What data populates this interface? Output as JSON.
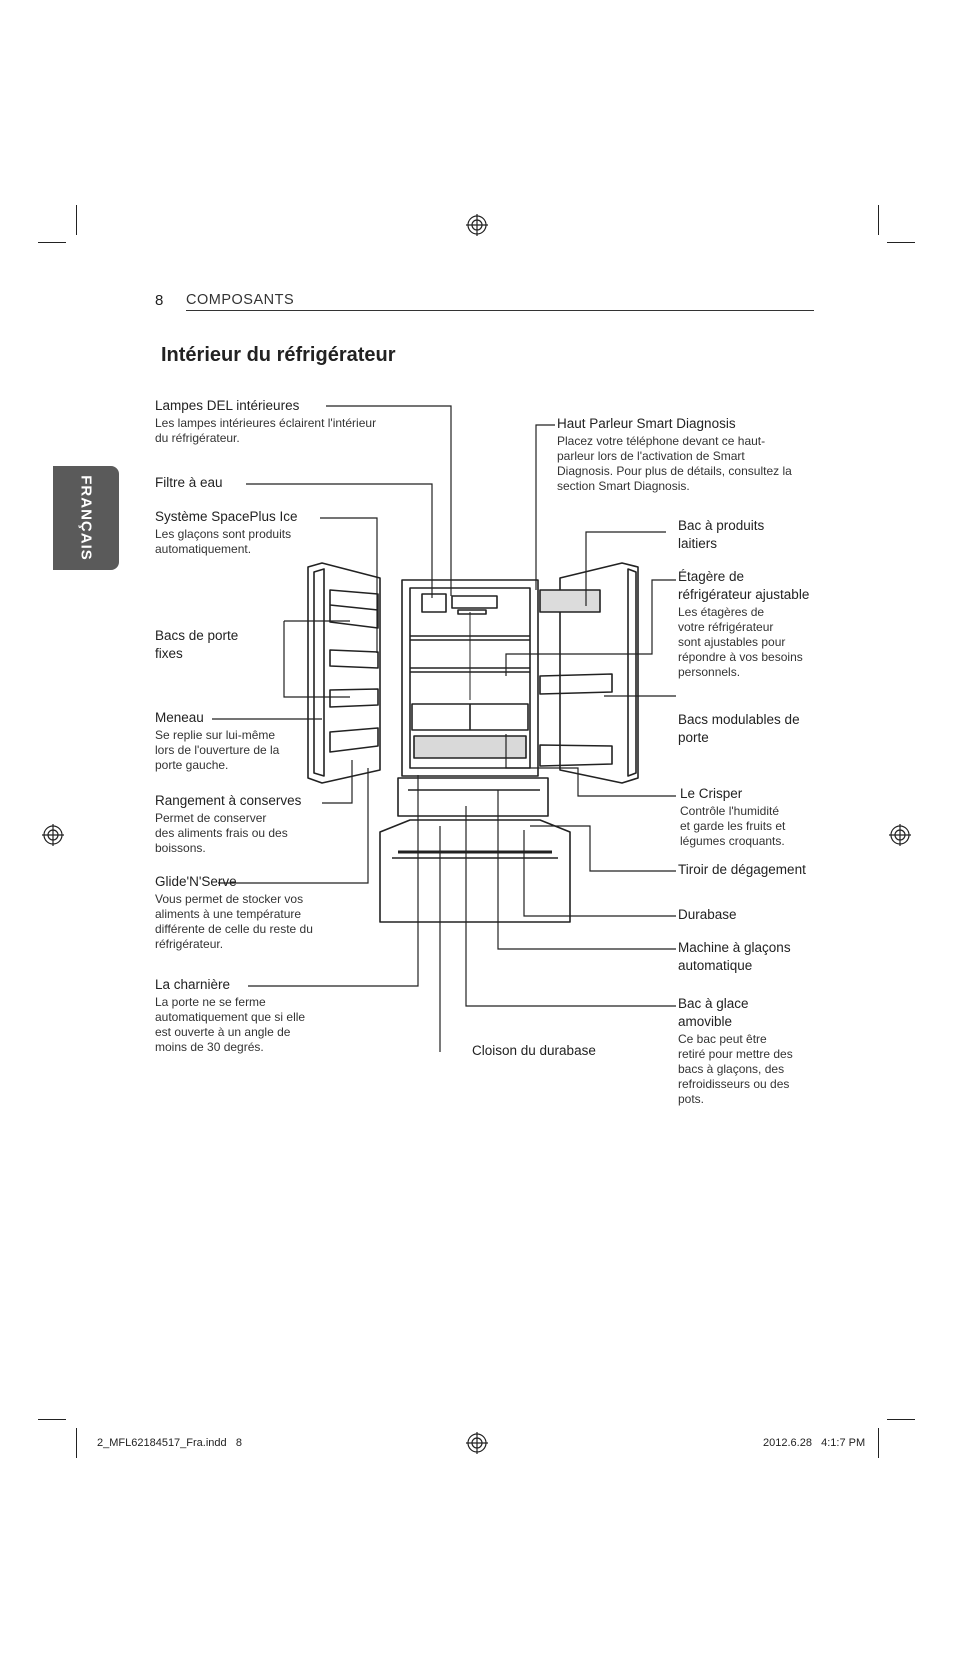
{
  "header": {
    "page_number": "8",
    "section": "COMPOSANTS"
  },
  "title": "Intérieur du réfrigérateur",
  "side_tab": "FRANÇAIS",
  "labels": {
    "lampes": {
      "title": "Lampes DEL intérieures",
      "desc": "Les lampes intérieures éclairent l'intérieur\ndu réfrigérateur."
    },
    "filtre": {
      "title": "Filtre à eau"
    },
    "spaceplus": {
      "title": "Système SpacePlus Ice",
      "desc": "Les glaçons sont produits\nautomatiquement."
    },
    "bacs_fixes": {
      "title_l1": "Bacs de porte",
      "title_l2": "fixes"
    },
    "meneau": {
      "title": "Meneau",
      "desc": "Se replie sur lui-même\nlors de l'ouverture de la\nporte gauche."
    },
    "conserves": {
      "title": "Rangement à conserves",
      "desc": "Permet de conserver\ndes aliments frais ou des\nboissons."
    },
    "glide": {
      "title": "Glide'N'Serve",
      "desc": "Vous permet de stocker vos\naliments à une température\ndifférente de celle du  reste du\nréfrigérateur."
    },
    "charniere": {
      "title": "La charnière",
      "desc": "La porte ne se ferme\nautomatiquement que si elle\nest ouverte à un angle de\nmoins de 30 degrés."
    },
    "cloison": {
      "title": "Cloison du durabase"
    },
    "haut_parleur": {
      "title": "Haut Parleur Smart Diagnosis",
      "desc": "Placez votre téléphone devant ce haut-\nparleur lors de l'activation de Smart\nDiagnosis. Pour plus de détails, consultez la\nsection Smart Diagnosis."
    },
    "bac_laitiers": {
      "title_l1": "Bac à produits",
      "title_l2": "laitiers"
    },
    "etagere": {
      "title_l1": "Étagère de",
      "title_l2": "réfrigérateur ajustable",
      "desc": "Les étagères de\nvotre réfrigérateur\nsont ajustables pour\nrépondre à vos besoins\npersonnels."
    },
    "bacs_modulables": {
      "title_l1": "Bacs modulables de",
      "title_l2": "porte"
    },
    "crisper": {
      "title": "Le Crisper",
      "desc": "Contrôle l'humidité\net garde les fruits et\nlégumes croquants."
    },
    "tiroir": {
      "title": "Tiroir de dégagement"
    },
    "durabase": {
      "title": "Durabase"
    },
    "machine": {
      "title_l1": "Machine à glaçons",
      "title_l2": "automatique"
    },
    "bac_glace": {
      "title_l1": "Bac à glace",
      "title_l2": "amovible",
      "desc": "Ce bac peut être\nretiré pour mettre des\nbacs à glaçons, des\nrefroidisseurs ou des\npots."
    }
  },
  "footer": {
    "file": "2_MFL62184517_Fra.indd   8",
    "date": "2012.6.28   4:1:7 PM"
  }
}
